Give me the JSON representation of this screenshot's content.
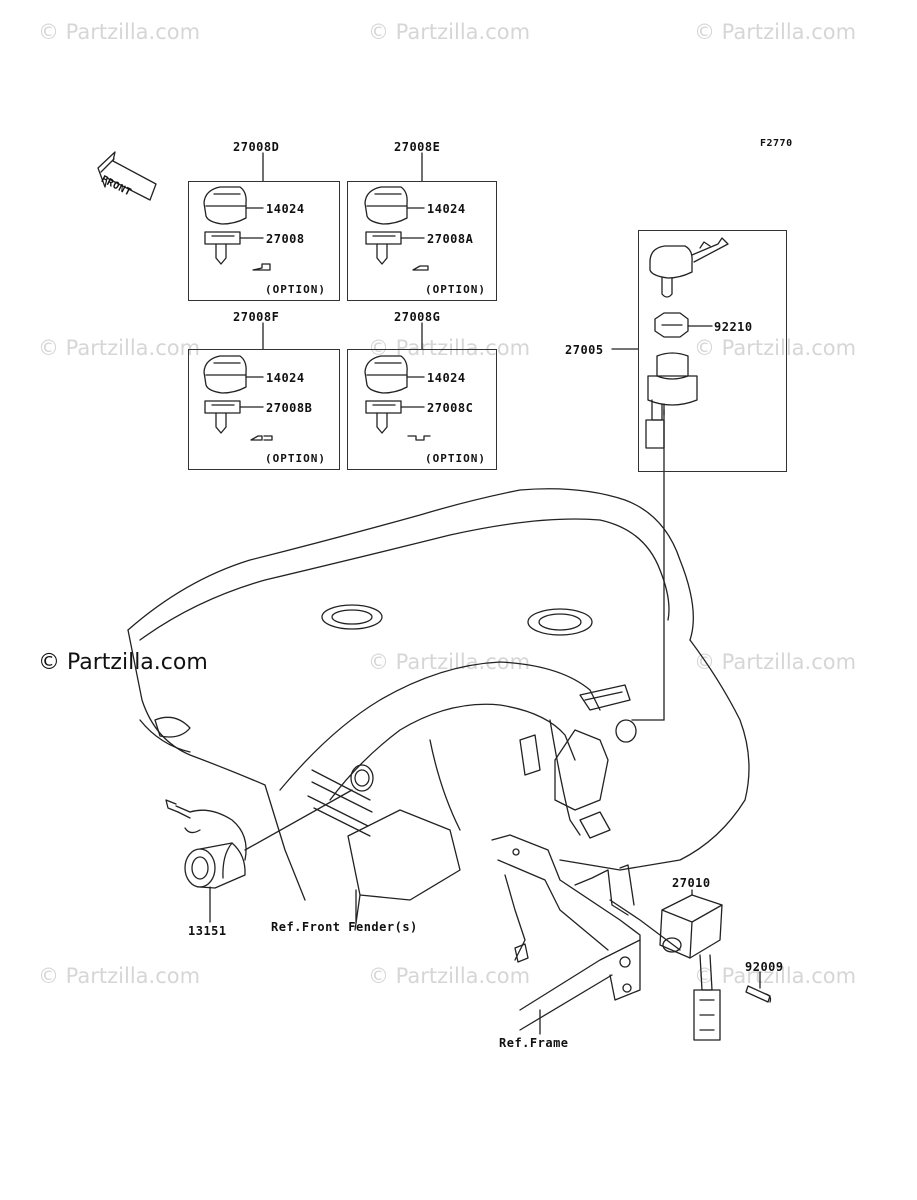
{
  "figure_code": "F2770",
  "front_label": "FRONT",
  "watermark": {
    "main": "© Partzilla.com",
    "faint": "© Partzilla.com"
  },
  "kits": [
    {
      "kit": "27008D",
      "cylinder": "14024",
      "key": "27008",
      "note": "(OPTION)"
    },
    {
      "kit": "27008E",
      "cylinder": "14024",
      "key": "27008A",
      "note": "(OPTION)"
    },
    {
      "kit": "27008F",
      "cylinder": "14024",
      "key": "27008B",
      "note": "(OPTION)"
    },
    {
      "kit": "27008G",
      "cylinder": "14024",
      "key": "27008C",
      "note": "(OPTION)"
    }
  ],
  "switch_assembly": {
    "assembly": "27005",
    "nut": "92210"
  },
  "parts": {
    "p13151": "13151",
    "p27010": "27010",
    "p92009": "92009",
    "ref_front_fender": "Ref.Front Fender(s)",
    "ref_frame": "Ref.Frame"
  }
}
